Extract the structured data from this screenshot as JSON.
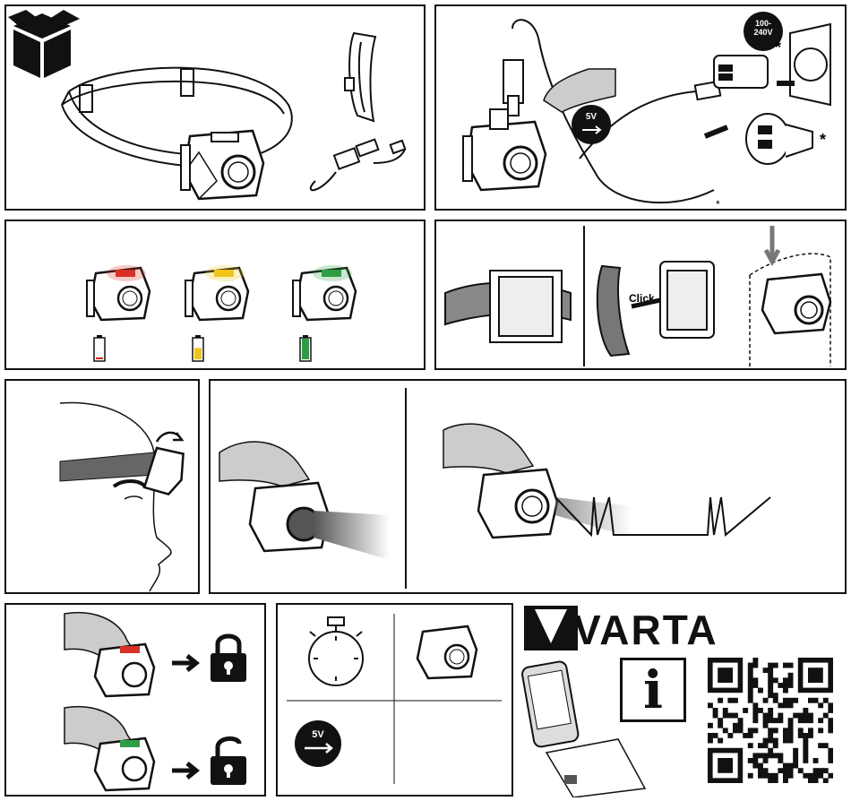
{
  "brand": {
    "name": "VARTA"
  },
  "charging": {
    "voltage_badge": "5V",
    "mains_label_1": "100-",
    "mains_label_2": "240V",
    "footnote": "*",
    "asterisk_plug": "*",
    "asterisk_car": "*"
  },
  "mounting": {
    "click_label": "Click"
  },
  "info_panel": {
    "voltage_badge": "5V",
    "info_glyph": "i"
  },
  "battery_levels": [
    {
      "level": "low",
      "color": "#d93025",
      "fill_fraction": 0.2
    },
    {
      "level": "medium",
      "color": "#f0c419",
      "fill_fraction": 0.6
    },
    {
      "level": "full",
      "color": "#2e9e44",
      "fill_fraction": 1.0
    }
  ],
  "colors": {
    "red": "#d93025",
    "yellow": "#f0c419",
    "green": "#2e9e44",
    "ink": "#111111"
  },
  "icons": [
    "box-icon",
    "usb-icon",
    "lock-icon",
    "unlock-icon",
    "stopwatch-icon",
    "info-icon",
    "qr-code",
    "phone-icon"
  ]
}
